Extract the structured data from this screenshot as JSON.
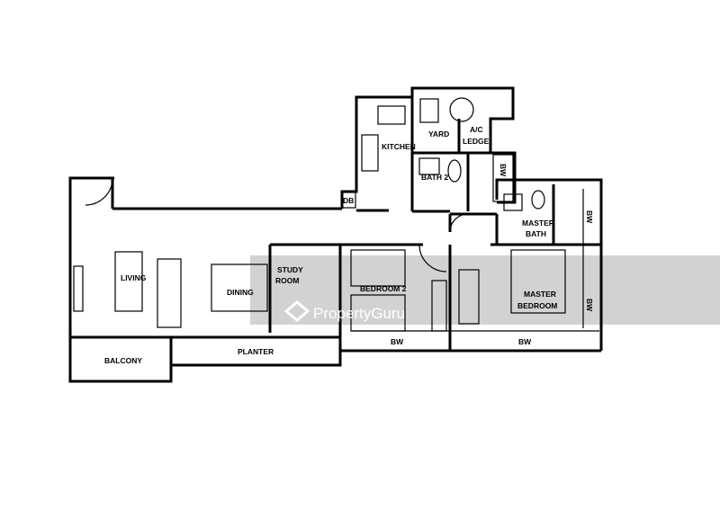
{
  "rooms": {
    "living": "LIVING",
    "dining": "DINING",
    "study_line1": "STUDY",
    "study_line2": "ROOM",
    "bedroom2": "BEDROOM 2",
    "kitchen": "KITCHEN",
    "yard": "YARD",
    "ac_line1": "A/C",
    "ac_line2": "LEDGE",
    "bath2": "BATH 2",
    "master_bath_line1": "MASTER",
    "master_bath_line2": "BATH",
    "master_bed_line1": "MASTER",
    "master_bed_line2": "BEDROOM",
    "balcony": "BALCONY",
    "planter": "PLANTER",
    "db": "DB",
    "bw": "BW"
  },
  "watermark": "PropertyGuru",
  "colors": {
    "band": "#c8c8c8",
    "wall": "#000000"
  }
}
